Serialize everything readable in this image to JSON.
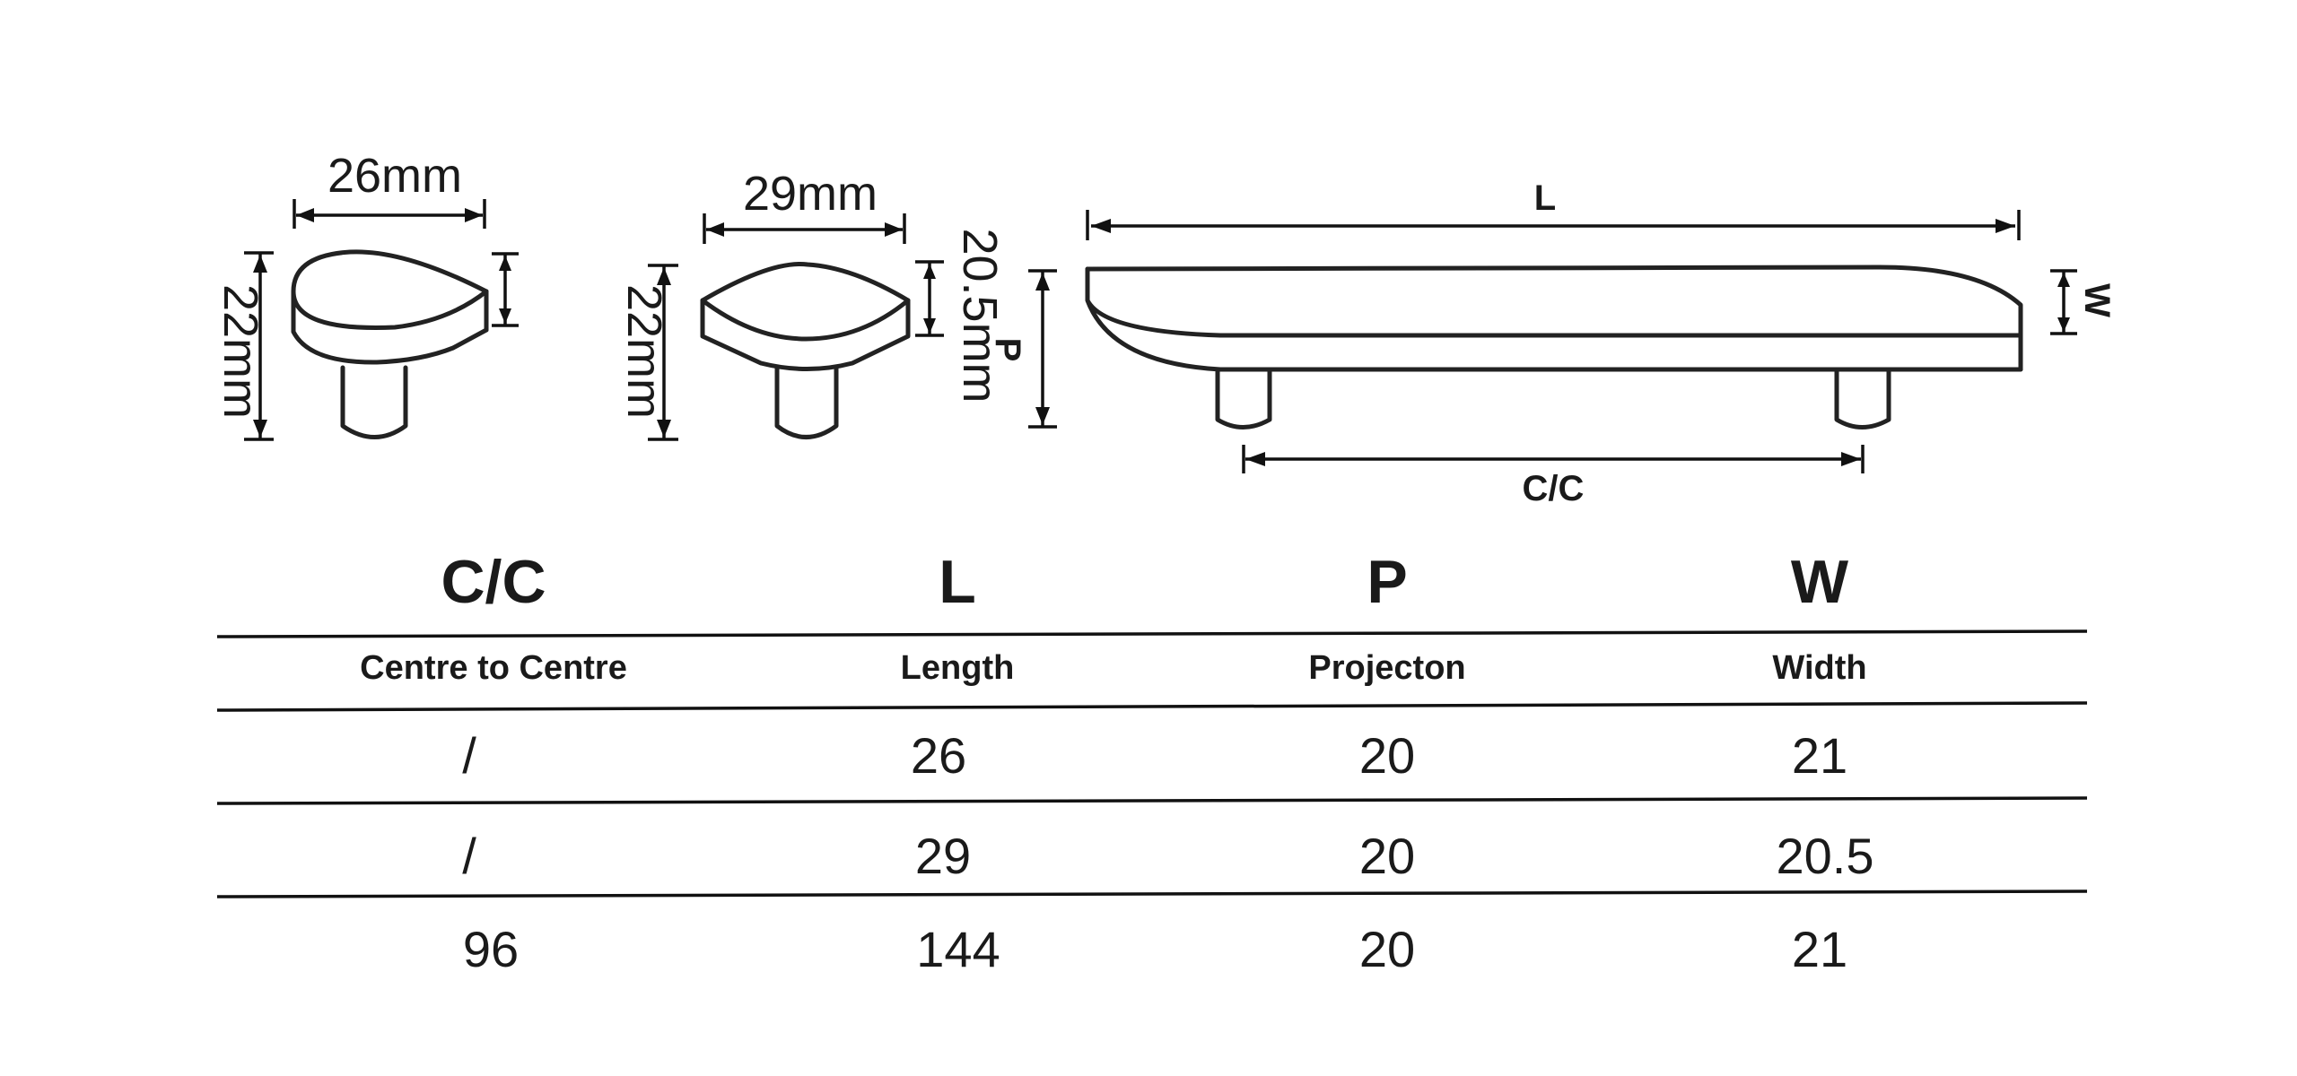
{
  "dimensions": {
    "knob1_width": "26mm",
    "knob1_height": "22mm",
    "knob2_width": "29mm",
    "knob2_height": "22mm",
    "knob2_depth": "20.5mm",
    "handle_length": "L",
    "handle_projection": "P",
    "handle_width": "W",
    "handle_cc": "C/C"
  },
  "table": {
    "headers": [
      {
        "code": "C/C",
        "label": "Centre to Centre"
      },
      {
        "code": "L",
        "label": "Length"
      },
      {
        "code": "P",
        "label": "Projecton"
      },
      {
        "code": "W",
        "label": "Width"
      }
    ],
    "rows": [
      [
        "/",
        "26",
        "20",
        "21"
      ],
      [
        "/",
        "29",
        "20",
        "20.5"
      ],
      [
        "96",
        "144",
        "20",
        "21"
      ]
    ]
  }
}
